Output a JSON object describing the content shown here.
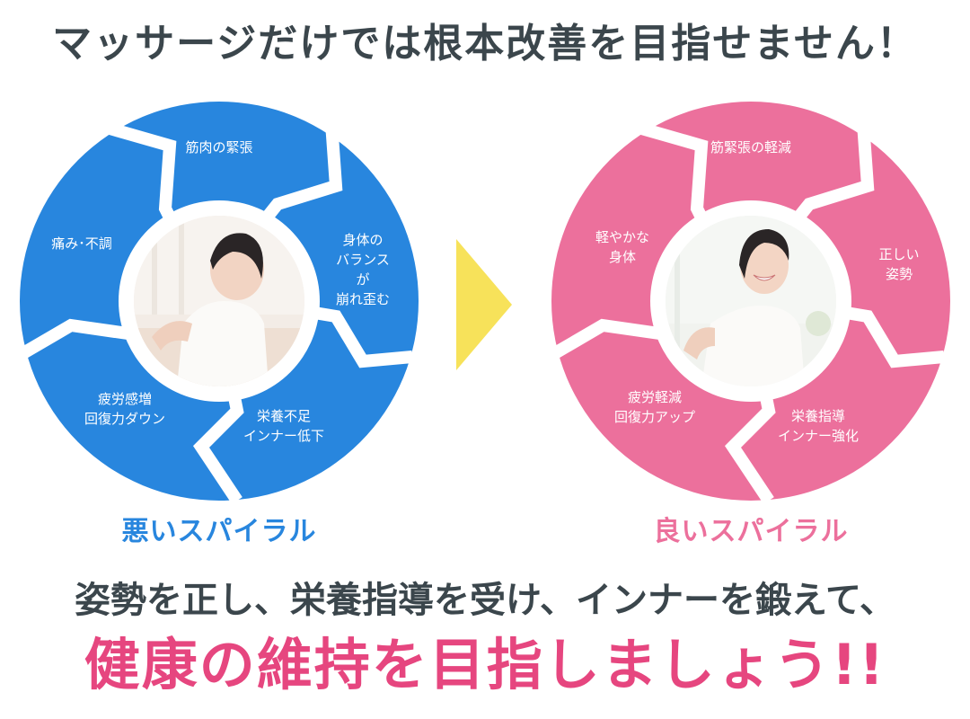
{
  "headline": "マッサージだけでは根本改善を目指せません！",
  "colors": {
    "bad_spiral": "#2886de",
    "good_spiral": "#ec709c",
    "arrow": "#f7e25a",
    "text_dark": "#3b464c",
    "tagline": "#e6467f"
  },
  "bad_spiral": {
    "caption": "悪いスパイラル",
    "photo": "woman-holding-lower-back-in-pain",
    "segments": [
      {
        "label": "筋肉の緊張"
      },
      {
        "label": "身体の\nバランスが\n崩れ歪む"
      },
      {
        "label": "栄養不足\nインナー低下"
      },
      {
        "label": "疲労感増\n回復力ダウン"
      },
      {
        "label": "痛み･不調"
      }
    ]
  },
  "arrow": {
    "icon": "triangle-right-icon"
  },
  "good_spiral": {
    "caption": "良いスパイラル",
    "photo": "smiling-woman-stretching",
    "segments": [
      {
        "label": "筋緊張の軽減"
      },
      {
        "label": "正しい\n姿勢"
      },
      {
        "label": "栄養指導\nインナー強化"
      },
      {
        "label": "疲労軽減\n回復力アップ"
      },
      {
        "label": "軽やかな\n身体"
      }
    ]
  },
  "subline": "姿勢を正し、栄養指導を受け、インナーを鍛えて、",
  "tagline": "健康の維持を目指しましょう!!"
}
